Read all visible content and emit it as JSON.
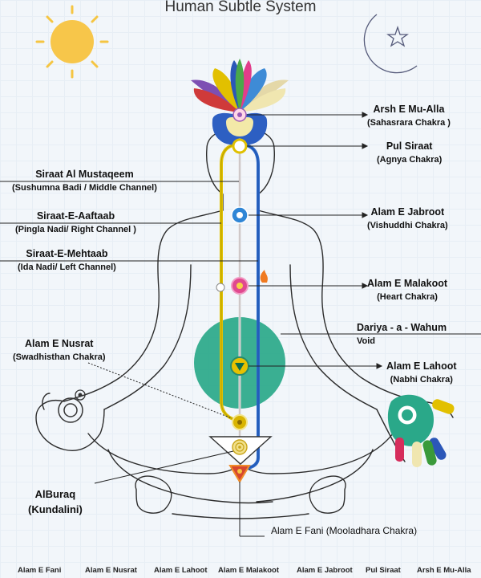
{
  "title": "Human Subtle System",
  "labels": {
    "arsh": {
      "name": "Arsh E Mu-Alla",
      "sub": "(Sahasrara Chakra )"
    },
    "pul": {
      "name": "Pul Siraat",
      "sub": "(Agnya Chakra)"
    },
    "jabroot": {
      "name": "Alam E Jabroot",
      "sub": "(Vishuddhi Chakra)"
    },
    "malakoot": {
      "name": "Alam E Malakoot",
      "sub": "(Heart Chakra)"
    },
    "dariya": {
      "name": "Dariya - a - Wahum",
      "sub": "Void"
    },
    "lahoot": {
      "name": "Alam E Lahoot",
      "sub": "(Nabhi Chakra)"
    },
    "fani": {
      "name": "Alam E Fani (Mooladhara Chakra)"
    },
    "mustaqeem": {
      "name": "Siraat Al Mustaqeem",
      "sub": "(Sushumna Badi / Middle Channel)"
    },
    "aaftaab": {
      "name": "Siraat-E-Aaftaab",
      "sub": "(Pingla Nadi/ Right Channel )"
    },
    "mehtaab": {
      "name": "Siraat-E-Mehtaab",
      "sub": "(Ida Nadi/ Left Channel)"
    },
    "nusrat": {
      "name": "Alam E Nusrat",
      "sub": "(Swadhisthan Chakra)"
    },
    "alburaq": {
      "name": "AlBuraq",
      "sub": "(Kundalini)"
    }
  },
  "bottom_row": [
    "Alam E Fani",
    "Alam E Nusrat",
    "Alam E Lahoot",
    "Alam E Malakoot",
    "Alam E Jabroot",
    "Pul Siraat",
    "Arsh E Mu-Alla"
  ],
  "icons": [
    "sun-icon",
    "crescent-star-icon",
    "lotus-icon",
    "chakra-icons"
  ],
  "colors": {
    "void": "#2aa889",
    "left_channel": "#2a66c9",
    "right_channel": "#e0c000",
    "sun": "#f5c542"
  }
}
